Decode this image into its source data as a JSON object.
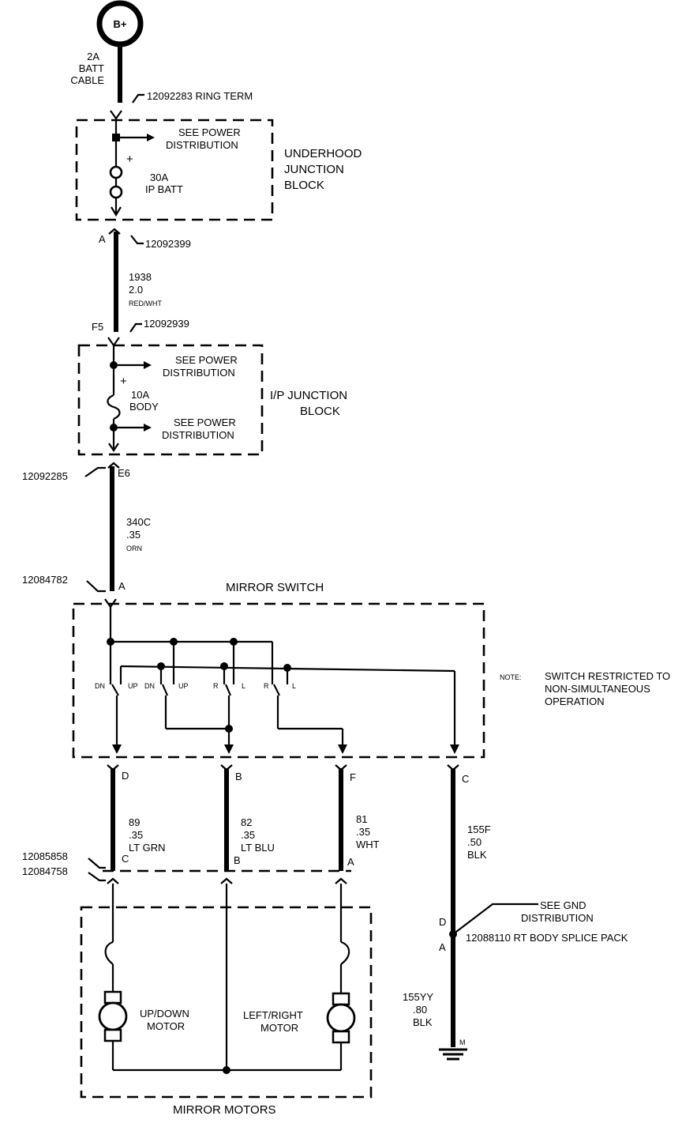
{
  "battery": {
    "label": "B+",
    "cable": [
      "2A",
      "BATT",
      "CABLE"
    ],
    "terminal": "12092283  RING TERM"
  },
  "underhood": {
    "title": [
      "UNDERHOOD",
      "JUNCTION",
      "BLOCK"
    ],
    "see_power": [
      "SEE POWER",
      "DISTRIBUTION"
    ],
    "fuse": [
      "30A",
      "IP BATT"
    ],
    "plus": "+"
  },
  "wire_1938": {
    "pin_a": "A",
    "conn_top": "12092399",
    "lines": [
      "1938",
      "2.0",
      "RED/WHT"
    ],
    "pin_f5": "F5",
    "conn_bottom": "12092939"
  },
  "ip_block": {
    "title": [
      "I/P JUNCTION",
      "BLOCK"
    ],
    "see_power_1": [
      "SEE POWER",
      "DISTRIBUTION"
    ],
    "fuse": [
      "10A",
      "BODY"
    ],
    "see_power_2": [
      "SEE POWER",
      "DISTRIBUTION"
    ],
    "plus": "+"
  },
  "wire_340c": {
    "conn_top": "12092285",
    "pin_e6": "E6",
    "lines": [
      "340C",
      ".35",
      "ORN"
    ],
    "conn_bottom": "12084782",
    "pin_a": "A"
  },
  "mirror_switch": {
    "title": "MIRROR SWITCH",
    "contacts": [
      "DN",
      "UP",
      "DN",
      "UP",
      "R",
      "L",
      "R",
      "L"
    ],
    "note_label": "NOTE:",
    "note": [
      "SWITCH RESTRICTED TO",
      "NON-SIMULTANEOUS",
      "OPERATION"
    ]
  },
  "pins": {
    "d": "D",
    "b": "B",
    "f": "F",
    "c": "C"
  },
  "wires": {
    "w89": [
      " 89",
      ".35",
      "LT GRN"
    ],
    "w82": [
      " 82",
      ".35",
      "LT BLU"
    ],
    "w81": [
      " 81",
      ".35",
      "WHT"
    ],
    "w155f": [
      "155F",
      ".50",
      "BLK"
    ]
  },
  "motor_conn": {
    "conn_1": "12085858",
    "conn_2": "12084758",
    "pin_c": "C",
    "pin_b": "B",
    "pin_a": "A"
  },
  "ground": {
    "see_gnd": [
      "SEE GND",
      "DISTRIBUTION"
    ],
    "pin_d": "D",
    "pin_a": "A",
    "splice": "12088110 RT BODY SPLICE PACK",
    "wire": [
      "155YY",
      ".80",
      "BLK"
    ],
    "pin_m": "M"
  },
  "mirror_motors": {
    "title": "MIRROR MOTORS",
    "up_down": [
      "UP/DOWN",
      "MOTOR"
    ],
    "left_right": [
      "LEFT/RIGHT",
      "MOTOR"
    ]
  }
}
